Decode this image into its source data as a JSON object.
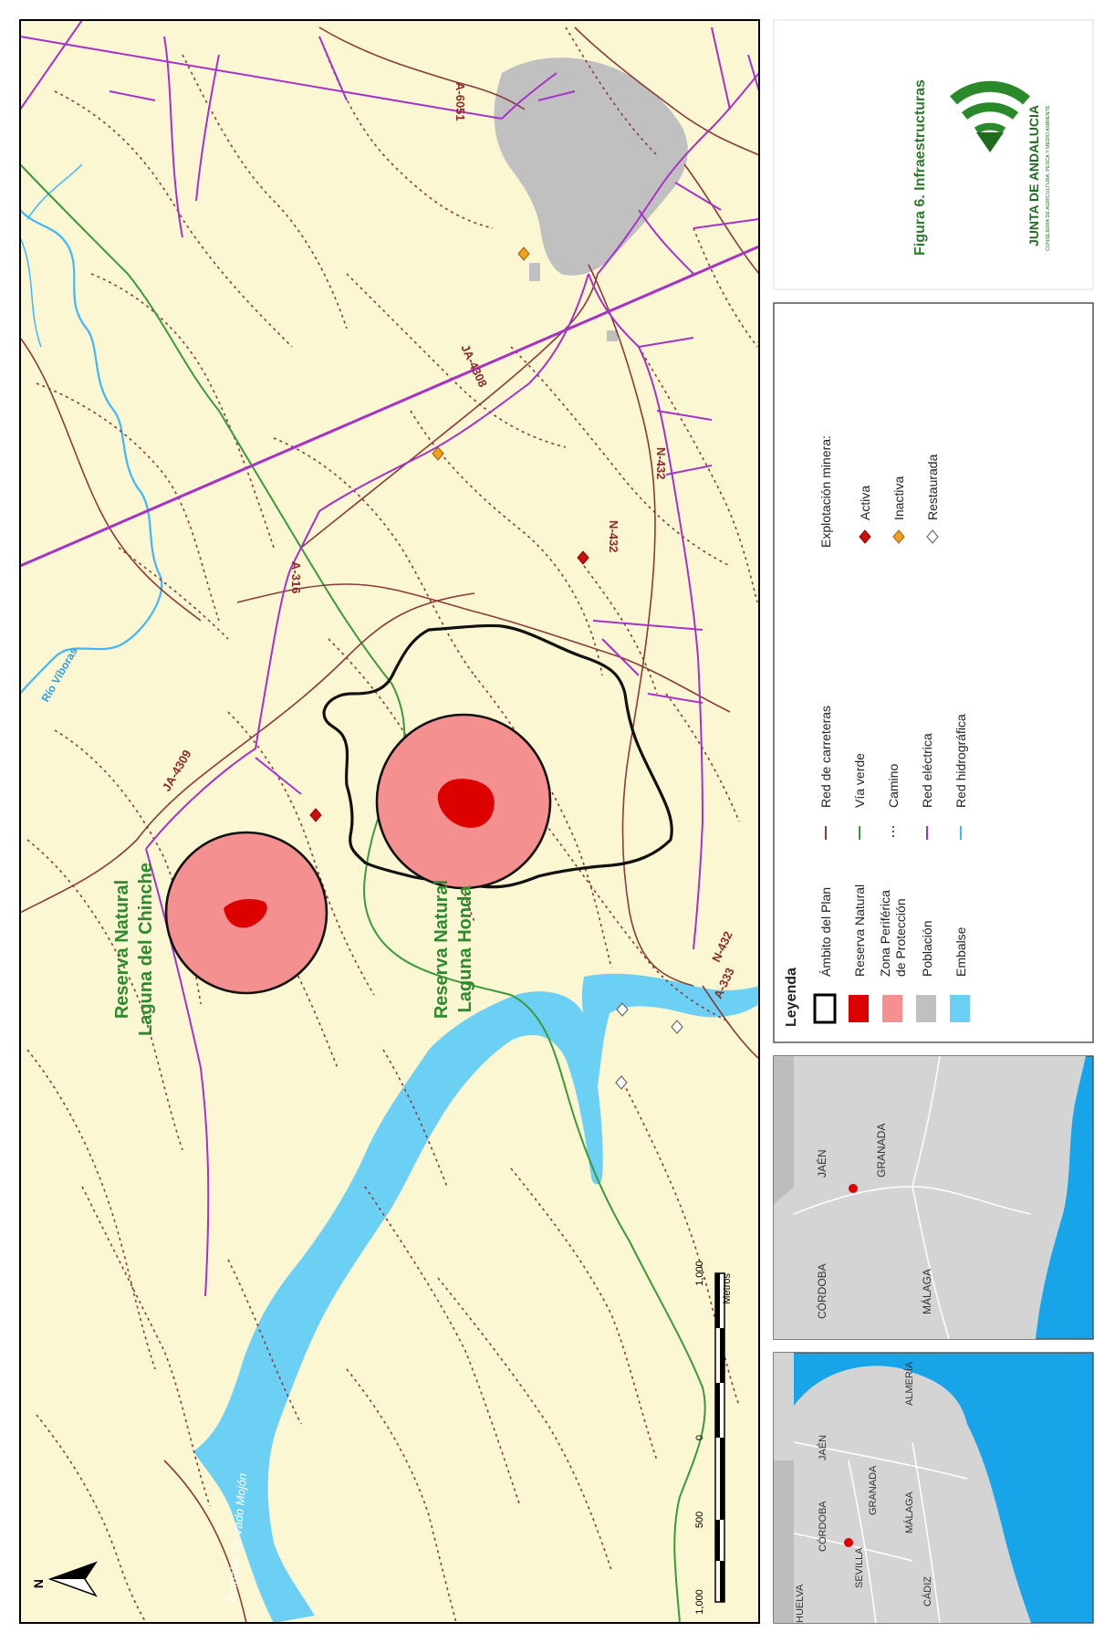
{
  "figure": {
    "title": "Figura 6. Infraestructuras",
    "org_name": "JUNTA DE ANDALUCIA",
    "org_sub": "CONSEJERÍA DE AGRICULTURA, PESCA Y MEDIO AMBIENTE"
  },
  "map": {
    "reserve_labels": [
      {
        "line1": "Reserva Natural",
        "line2": "Laguna del Chinche"
      },
      {
        "line1": "Reserva Natural",
        "line2": "Laguna Honda"
      }
    ],
    "road_labels": [
      "A-6051",
      "JA-4308",
      "N-432",
      "N-432",
      "A-316",
      "JA-4309",
      "N-432",
      "A-333"
    ],
    "water_labels": [
      "Río Víboras",
      "Embalse de Vado Mojón"
    ],
    "scale": {
      "ticks": [
        "1,000",
        "500",
        "0",
        "1,000"
      ],
      "unit": "Metros"
    },
    "north_label": "N",
    "colors": {
      "background": "#fbf7d2",
      "roads": "#8b3a3a",
      "via_verde": "#3a9a3a",
      "power": "#a632c8",
      "water": "#3fb6ff",
      "reservoir": "#6cd0f5",
      "town": "#c0c0c0",
      "reserve": "#dd0000",
      "protection": "#f59090"
    }
  },
  "legend": {
    "title": "Leyenda",
    "areas": [
      "Ámbito del Plan",
      "Reserva Natural",
      "Zona Periférica",
      "de Protección",
      "Población",
      "Embalse"
    ],
    "lines": [
      "Red de carreteras",
      "Vía verde",
      "Camino",
      "Red eléctrica",
      "Red hidrográfica"
    ],
    "mining_title": "Explotación minera:",
    "mining": [
      "Activa",
      "Inactiva",
      "Restaurada"
    ]
  },
  "inset_region": {
    "labels": [
      "JAÉN",
      "GRANADA",
      "CÓRDOBA",
      "MÁLAGA"
    ]
  },
  "inset_andalucia": {
    "labels": [
      "JAÉN",
      "ALMERÍA",
      "CÓRDOBA",
      "GRANADA",
      "SEVILLA",
      "MÁLAGA",
      "HUELVA",
      "CÁDIZ"
    ]
  }
}
